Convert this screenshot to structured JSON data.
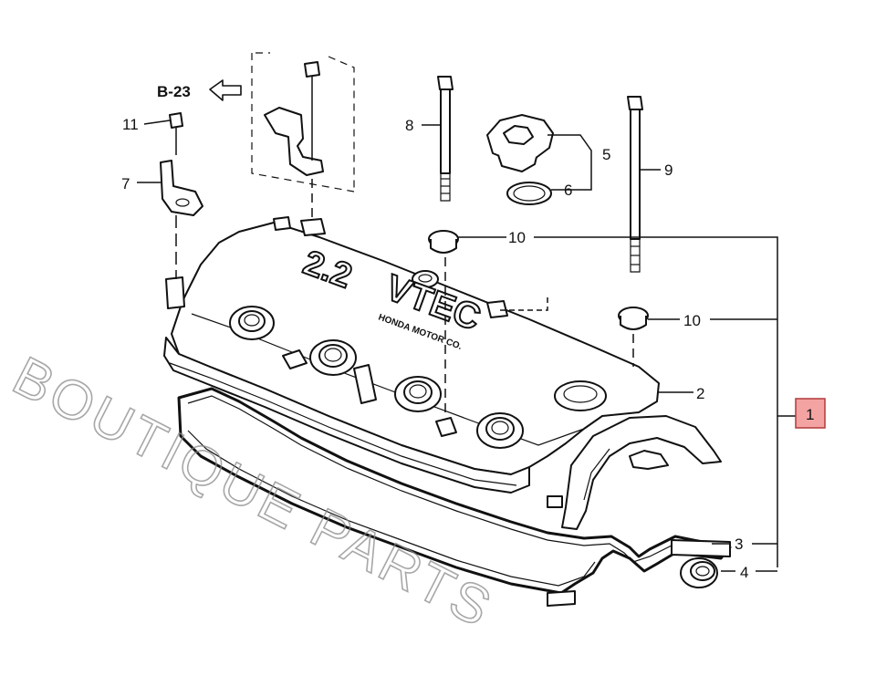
{
  "reference": {
    "label": "B-23"
  },
  "callouts": [
    {
      "id": "c1",
      "text": "1",
      "highlight": "#f4a3a3"
    },
    {
      "id": "c2",
      "text": "2"
    },
    {
      "id": "c3",
      "text": "3"
    },
    {
      "id": "c4",
      "text": "4"
    },
    {
      "id": "c5",
      "text": "5"
    },
    {
      "id": "c6",
      "text": "6"
    },
    {
      "id": "c7",
      "text": "7"
    },
    {
      "id": "c8",
      "text": "8"
    },
    {
      "id": "c9",
      "text": "9"
    },
    {
      "id": "c10a",
      "text": "10"
    },
    {
      "id": "c10b",
      "text": "10"
    },
    {
      "id": "c11",
      "text": "11"
    }
  ],
  "embossing": {
    "displacement": "2.2",
    "logo": "VTEC",
    "maker": "HONDA MOTOR CO."
  },
  "watermark": {
    "text": "BOUTIQUE PARTS",
    "color": "#8a8a8a"
  }
}
